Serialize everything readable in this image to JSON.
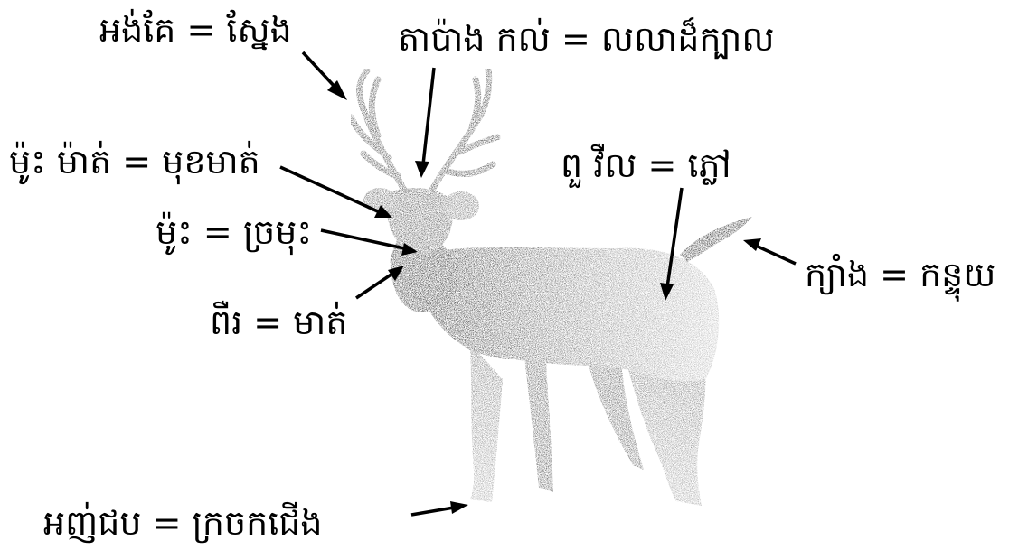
{
  "labels": [
    {
      "id": "antler",
      "text": "អង់គែ = ស្នែង"
    },
    {
      "id": "forehead",
      "text": "តាប៉ាង កល់ = លលាដ៏ក្បាល"
    },
    {
      "id": "face",
      "text": "ម៉ូះ ម៉ាត់ = មុខមាត់"
    },
    {
      "id": "nose",
      "text": "ម៉ូះ = ច្រមុះ"
    },
    {
      "id": "mouth",
      "text": "ពឺរ = មាត់"
    },
    {
      "id": "rump",
      "text": "ពួ វឺល = ភ្លៅ"
    },
    {
      "id": "tail",
      "text": "ក្យាំង = កន្ទុយ"
    },
    {
      "id": "hoof",
      "text": "អញ់ជប = ក្រចកជើង"
    }
  ],
  "colors": {
    "ink": "#000000",
    "body_dark": "#2b2b2b",
    "body_mid": "#7a7a7a",
    "body_light": "#cfcfcf",
    "background": "#ffffff"
  }
}
